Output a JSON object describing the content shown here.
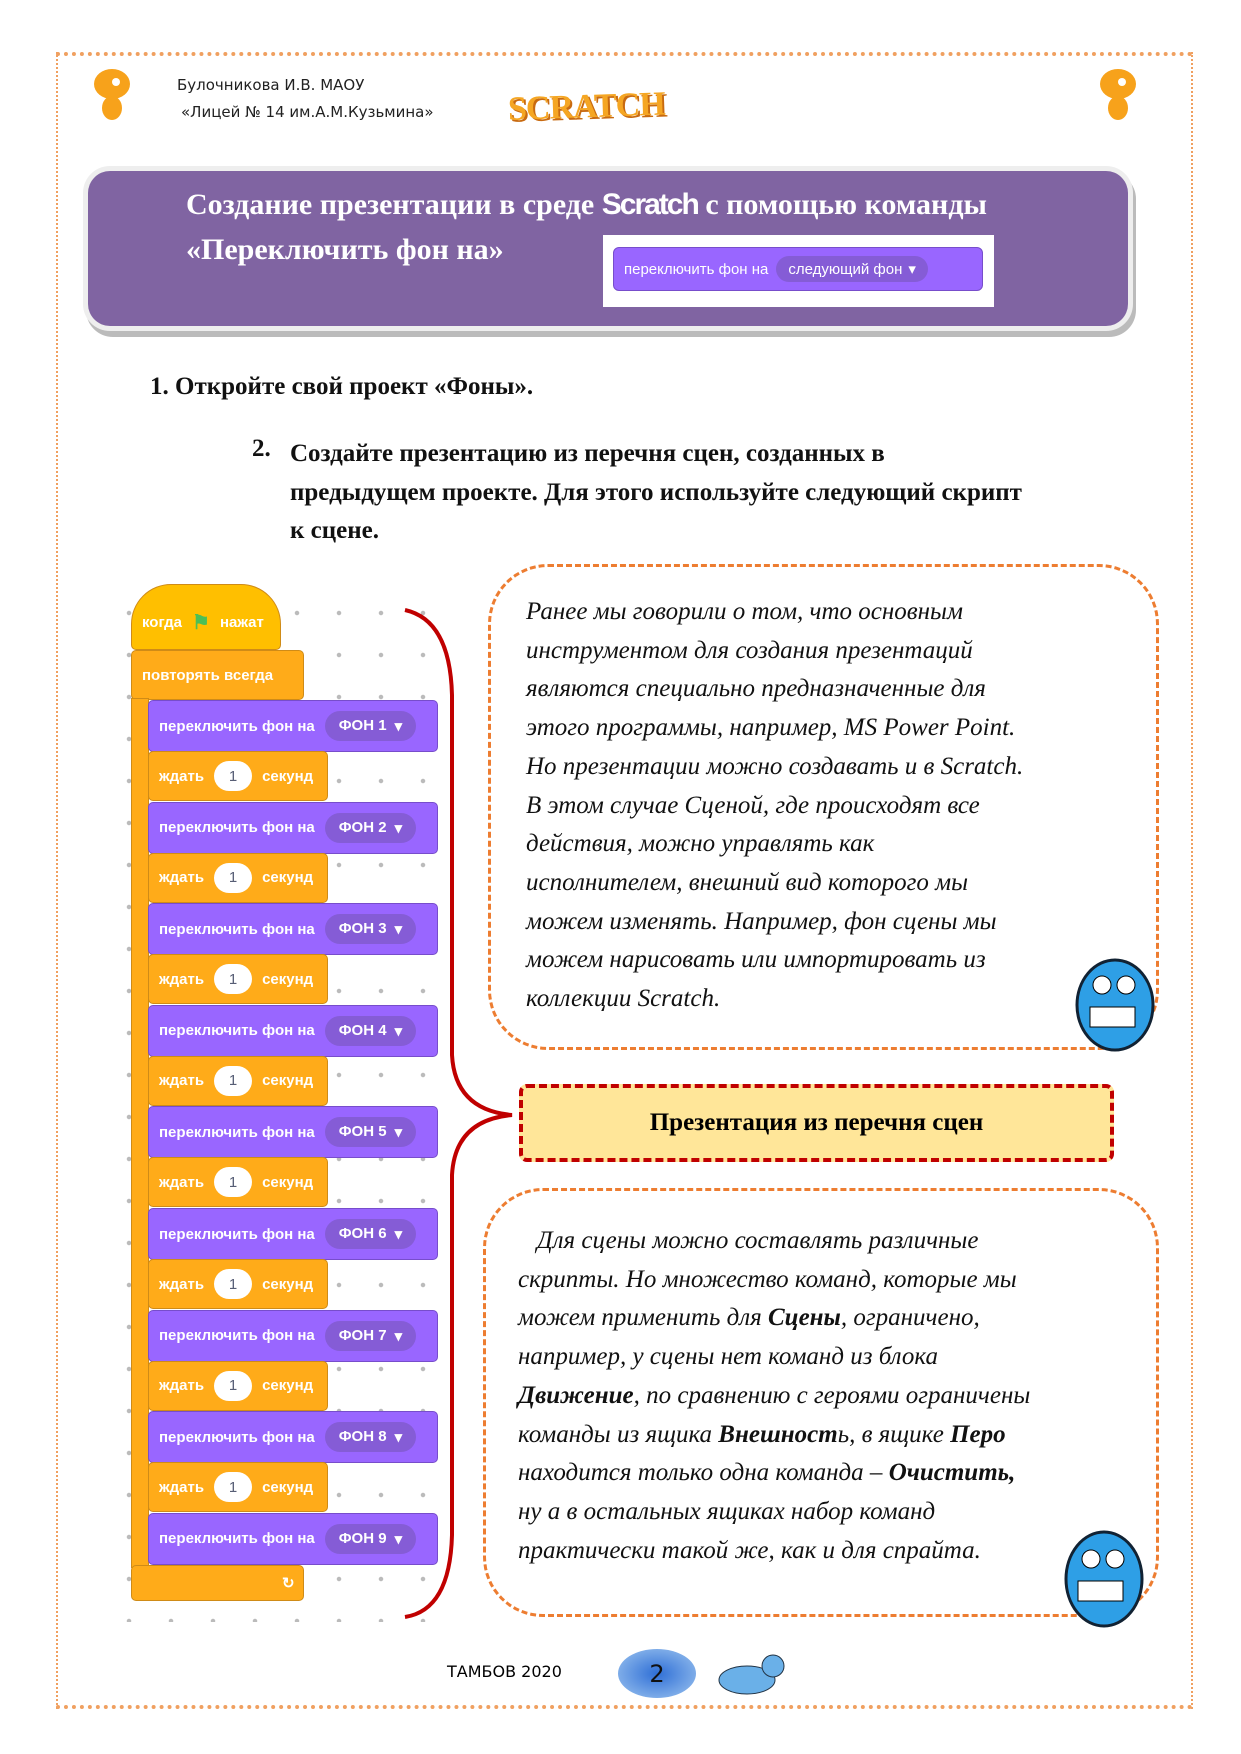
{
  "header": {
    "author": "Булочникова И.В. МАОУ",
    "school": "«Лицей № 14 им.А.М.Кузьмина»",
    "logo": "SCRATCH"
  },
  "title": {
    "line1_a": "Создание презентации в среде ",
    "line1_brand": "Scratch",
    "line1_b": " с помощью команды",
    "line2": "«Переключить фон на»",
    "block_label": "переключить фон на",
    "block_value": "следующий фон"
  },
  "steps": [
    {
      "num": "1.",
      "text": "Откройте свой проект «Фоны»."
    },
    {
      "num": "2.",
      "lines": [
        "Создайте презентацию из перечня  сцен, созданных в",
        "предыдущем проекте. Для этого используйте следующий скрипт",
        "к сцене."
      ]
    }
  ],
  "script": {
    "hat_a": "когда",
    "hat_b": "нажат",
    "forever": "повторять всегда",
    "switch": "переключить фон на",
    "wait": "ждать",
    "wait_value": "1",
    "seconds": "секунд",
    "backdrops": [
      "ФОН 1",
      "ФОН 2",
      "ФОН 3",
      "ФОН 4",
      "ФОН 5",
      "ФОН 6",
      "ФОН 7",
      "ФОН 8",
      "ФОН 9"
    ]
  },
  "box1": [
    "Ранее мы говорили о том, что основным",
    "инструментом для создания презентаций",
    "являются специально предназначенные для",
    "этого программы, например, MS Power Point.",
    "Но презентации можно создавать и в Scratch.",
    "В этом случае Сценой, где происходят все",
    "действия, можно управлять как",
    "исполнителем, внешний вид которого мы",
    "можем изменять. Например, фон сцены мы",
    "можем нарисовать или импортировать из",
    "коллекции Scratch."
  ],
  "callout": "Презентация из перечня сцен",
  "box2": [
    "   Для сцены можно составлять различные",
    "скрипты. Но множество команд, которые мы",
    "можем применить для <b>Сцены</b>, ограничено,",
    "например, у сцены нет команд из блока",
    "<b>Движение</b>, по сравнению с героями ограничены",
    "команды из ящика <b>Внешност</b>ь, в ящике <b>Перо</b>",
    "находится только одна команда – <b>Очистить,</b>",
    "ну а в остальных ящиках набор команд",
    "практически такой же, как и для спрайта."
  ],
  "footer": {
    "city": "ТАМБОВ 2020",
    "page": "2"
  }
}
